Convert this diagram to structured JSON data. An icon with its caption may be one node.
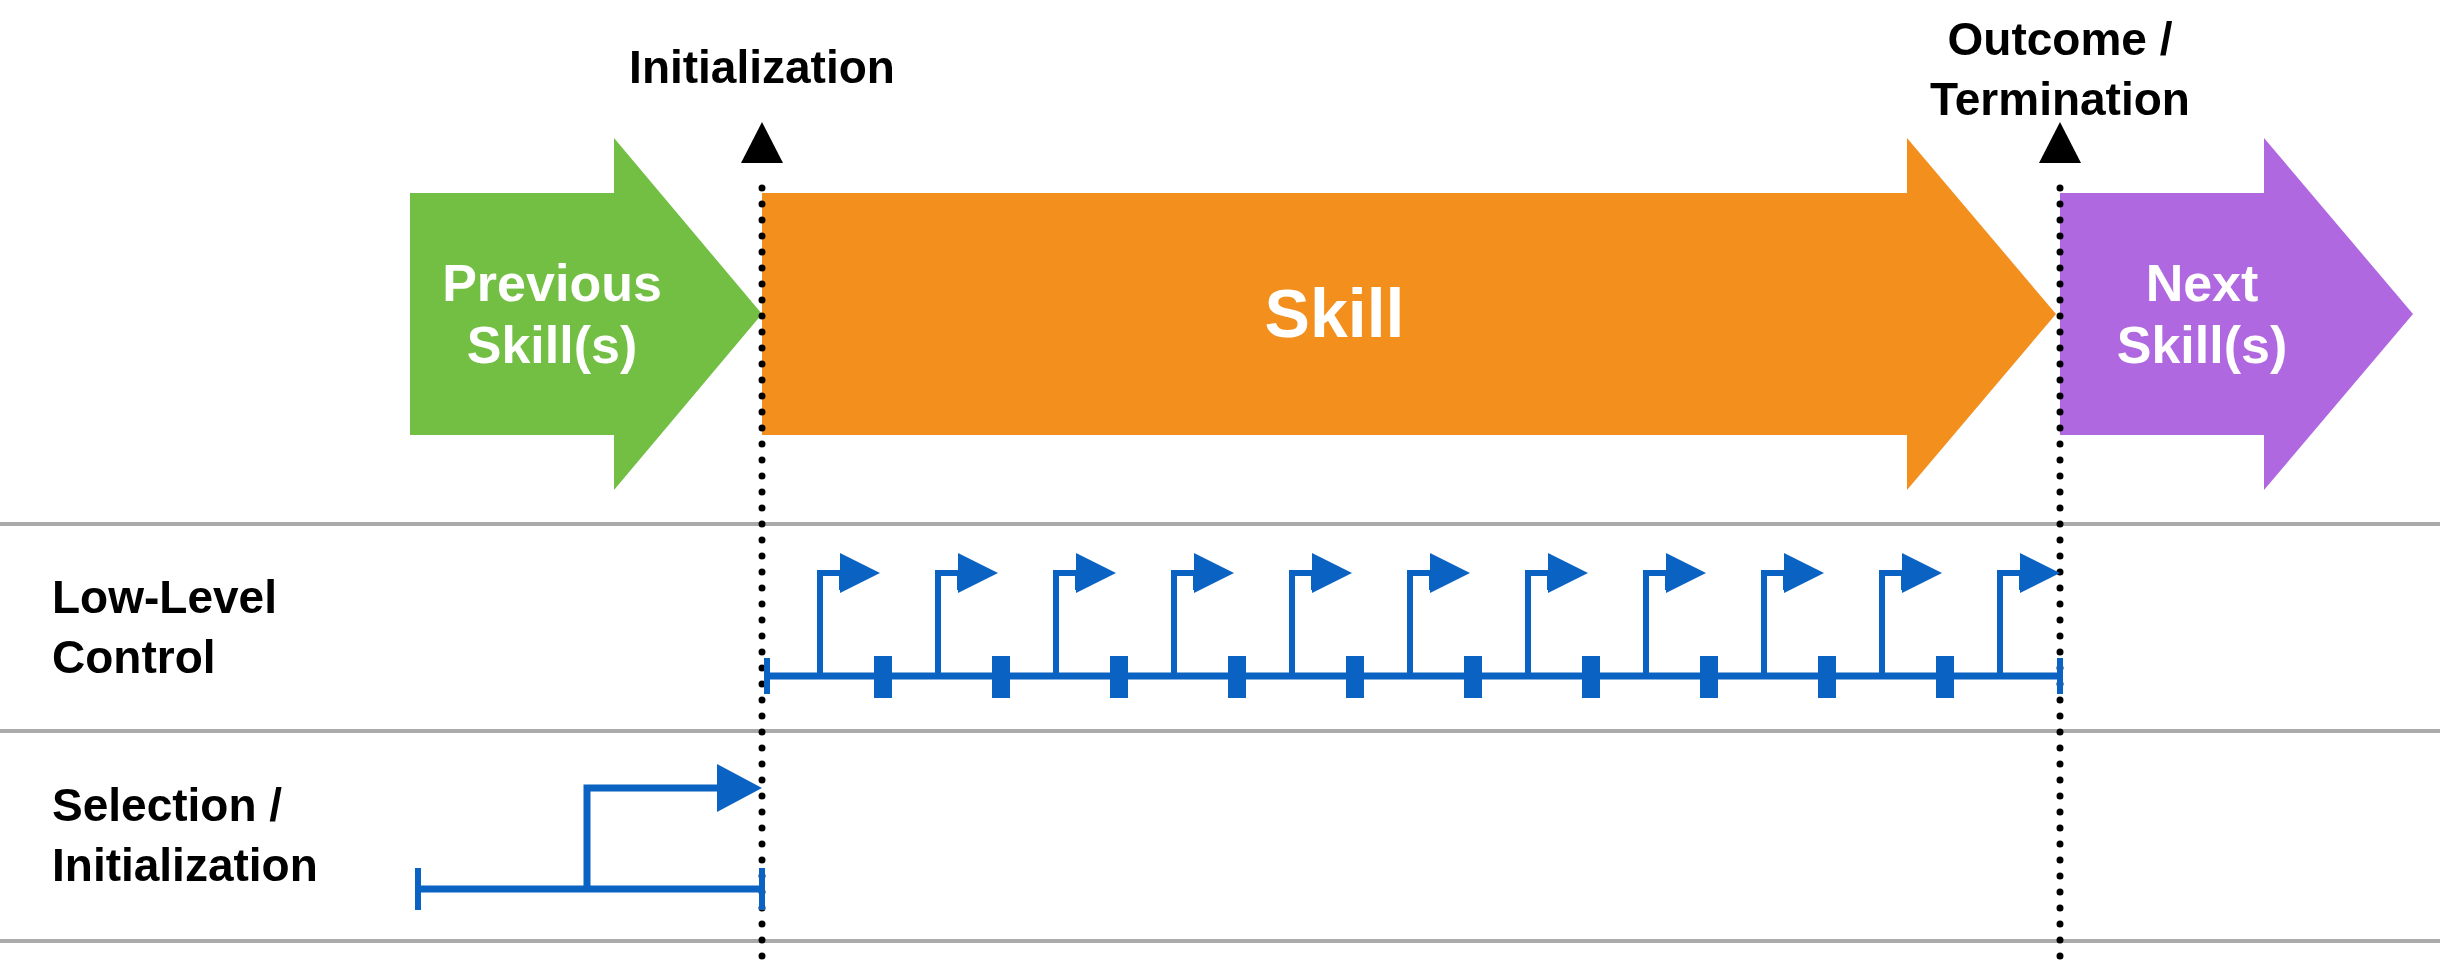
{
  "diagram": {
    "nodes": [
      {
        "text": [
          "Previous Skill(s)"
        ]
      },
      {
        "text": [
          "Skill"
        ]
      },
      {
        "text": [
          "Next Skill(s)"
        ]
      }
    ],
    "labels": [
      "Initialization",
      "Outcome / Termination",
      "Low-Level Control",
      "Selection / Initialization"
    ]
  }
}
